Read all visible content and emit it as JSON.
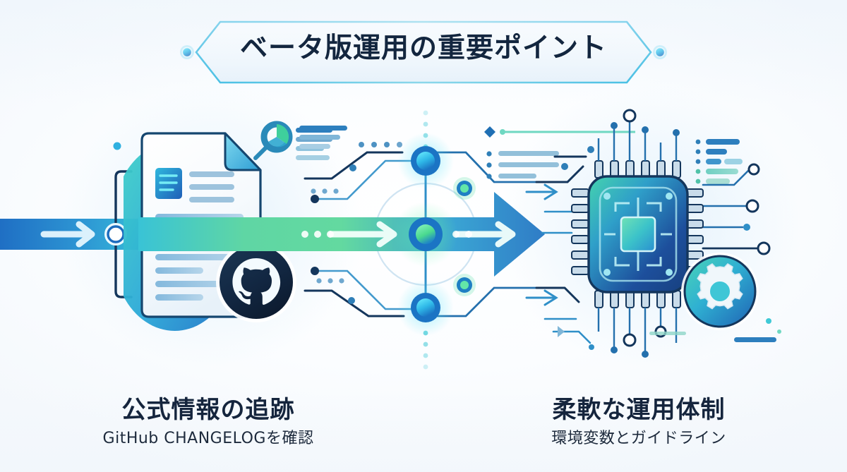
{
  "banner": {
    "title": "ベータ版運用の重要ポイント"
  },
  "panels": [
    {
      "id": "official-info",
      "title": "公式情報の追跡",
      "subtitle": "GitHub CHANGELOGを確認",
      "icons": [
        "document-icon",
        "github-icon",
        "magnifier-donut-icon",
        "bracket-icon"
      ]
    },
    {
      "id": "flexible-ops",
      "title": "柔軟な運用体制",
      "subtitle": "環境変数とガイドライン",
      "icons": [
        "cpu-chip-icon",
        "gear-icon",
        "circuit-trace-icon",
        "checklist-icon"
      ]
    }
  ],
  "colors": {
    "background": "#f7fafd",
    "title_text": "#13263f",
    "caption_text": "#15253d",
    "subtitle_text": "#1d2a3c",
    "accent_cyan": "#29b6e8",
    "accent_blue": "#2a7fc9",
    "accent_green": "#5fd6a4",
    "accent_teal": "#35c5c0",
    "deep_navy": "#14365c",
    "github_dark": "#13253c",
    "arrow_blue": "#2f86d2",
    "node_glow": "#49d9f2"
  }
}
